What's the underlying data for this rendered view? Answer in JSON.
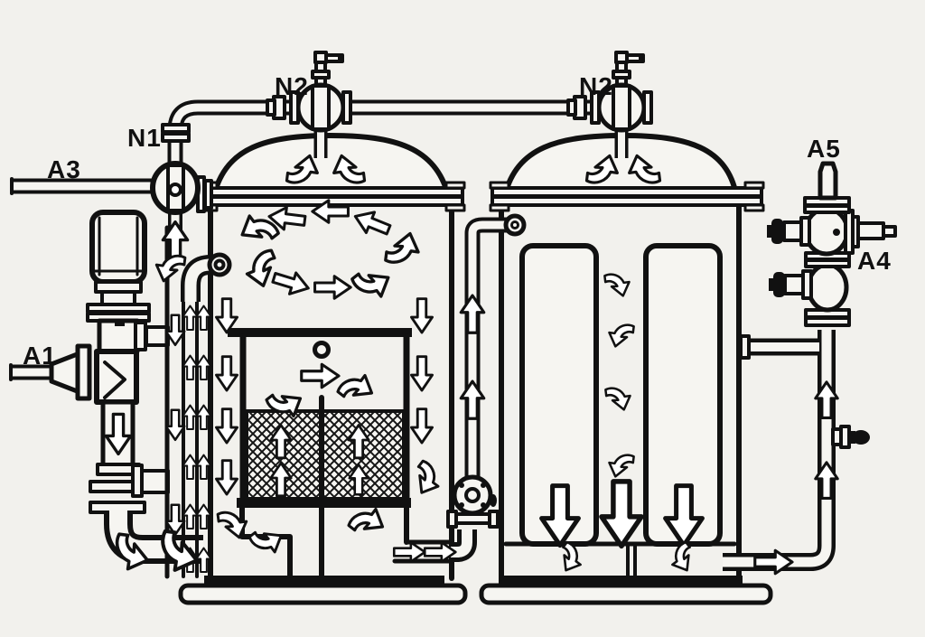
{
  "diagram": {
    "labels": {
      "n1": "N1",
      "n2_left": "N2",
      "n2_right": "N2",
      "a1": "A1",
      "a3": "A3",
      "a4": "A4",
      "a5": "A5"
    },
    "colors": {
      "background": "#f2f1ed",
      "line": "#111111",
      "component_fill": "#f6f5f1",
      "arrow_fill": "#ffffff",
      "filter_hatch": "#151515"
    }
  }
}
